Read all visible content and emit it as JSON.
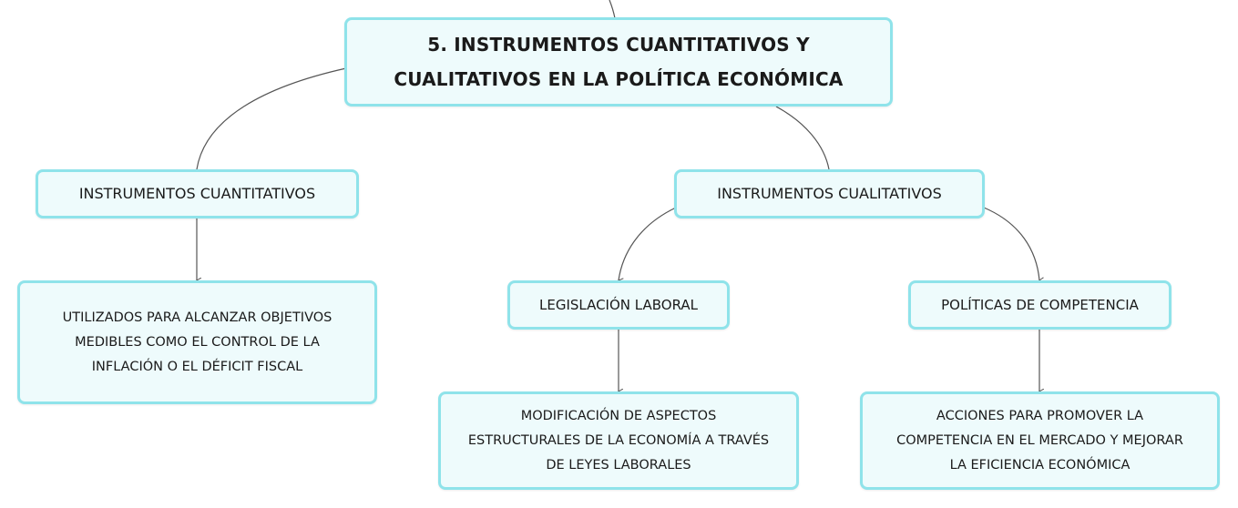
{
  "root": {
    "line1": "5. INSTRUMENTOS CUANTITATIVOS Y",
    "line2": "CUALITATIVOS EN LA POLÍTICA ECONÓMICA"
  },
  "quantitative": {
    "label": "INSTRUMENTOS CUANTITATIVOS",
    "detail": [
      "UTILIZADOS PARA ALCANZAR OBJETIVOS",
      "MEDIBLES COMO EL CONTROL DE LA",
      "INFLACIÓN O EL DÉFICIT FISCAL"
    ]
  },
  "qualitative": {
    "label": "INSTRUMENTOS CUALITATIVOS",
    "labor": {
      "label": "LEGISLACIÓN LABORAL",
      "detail": [
        "MODIFICACIÓN DE ASPECTOS",
        "ESTRUCTURALES DE LA ECONOMÍA A TRAVÉS",
        "DE LEYES LABORALES"
      ]
    },
    "competition": {
      "label": "POLÍTICAS DE COMPETENCIA",
      "detail": [
        "ACCIONES PARA PROMOVER LA",
        "COMPETENCIA EN EL MERCADO Y MEJORAR",
        "LA EFICIENCIA ECONÓMICA"
      ]
    }
  },
  "colors": {
    "node_fill": "#eefbfc",
    "node_border": "#8fe3ea",
    "connector": "#555555"
  }
}
